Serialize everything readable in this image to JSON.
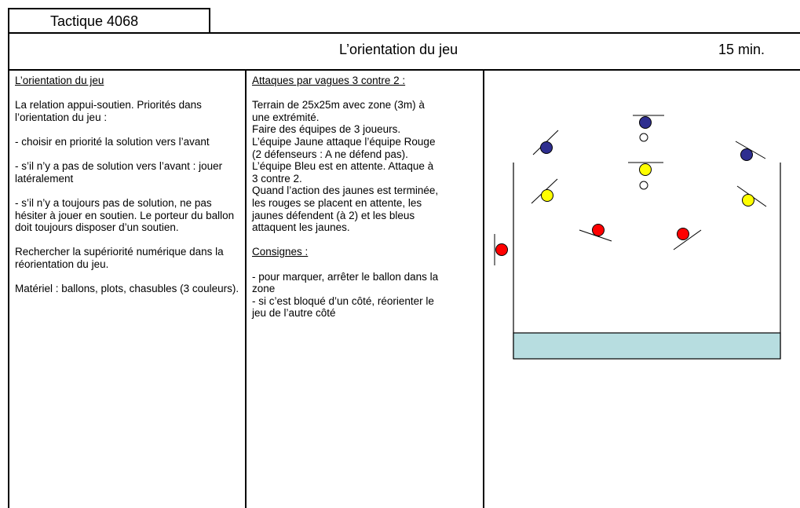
{
  "header": {
    "tab_label": "Tactique 4068",
    "title": "L’orientation du jeu",
    "duration": "15 min."
  },
  "left_column": {
    "heading": "L’orientation du jeu",
    "p1": "La relation appui-soutien. Priorités dans l’orientation du jeu :",
    "p2": "- choisir en priorité la solution vers l’avant",
    "p3": "- s’il n’y a pas de solution vers l’avant : jouer latéralement",
    "p4": "- s’il n’y a toujours pas de solution, ne pas hésiter à jouer en soutien. Le porteur du ballon doit toujours disposer d’un soutien.",
    "p5": "Rechercher la supériorité numérique dans la réorientation du jeu.",
    "p6": "Matériel : ballons, plots, chasubles (3 couleurs)."
  },
  "middle_column": {
    "heading": "Attaques par vagues 3 contre 2 :",
    "lines": [
      "Terrain de 25x25m avec zone (3m) à",
      "une extrémité.",
      "Faire des équipes de 3 joueurs.",
      "L’équipe Jaune attaque l’équipe Rouge",
      "(2 défenseurs : A ne défend pas).",
      "L’équipe Bleu est en attente. Attaque à",
      "3 contre 2.",
      "Quand l’action des jaunes est terminée,",
      "les rouges se placent en attente, les",
      "jaunes défendent (à 2) et les bleus",
      "attaquent les jaunes."
    ],
    "consignes_heading": "Consignes :",
    "consigne1_lines": [
      "- pour marquer, arrêter le ballon dans la",
      "zone"
    ],
    "consigne2_lines": [
      "- si c’est bloqué d’un côté, réorienter le",
      "jeu de l’autre côté"
    ]
  },
  "diagram": {
    "colors": {
      "blue": "#2e2e8f",
      "yellow": "#ffff00",
      "red": "#ff0000",
      "zone": "#b7dde0",
      "ball": "#ffffff"
    }
  }
}
